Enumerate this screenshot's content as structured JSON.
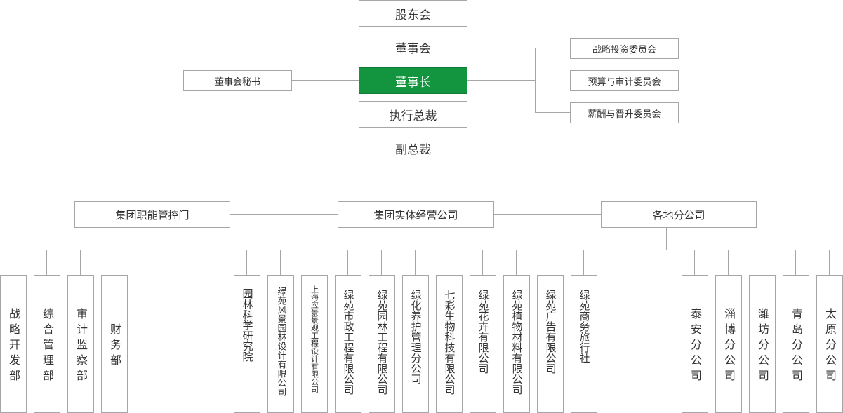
{
  "top": {
    "shareholders": "股东会",
    "board": "董事会",
    "chairman": "董事长",
    "board_secretary": "董事会秘书",
    "ceo": "执行总裁",
    "vp": "副总裁"
  },
  "committees": [
    "战略投资委员会",
    "预算与审计委员会",
    "薪酬与晋升委员会"
  ],
  "groups": {
    "functional": "集团职能管控门",
    "entities": "集团实体经营公司",
    "branches": "各地分公司"
  },
  "functional_departments": [
    "战略开发部",
    "综合管理部",
    "审计监察部",
    "财务部"
  ],
  "entity_companies": [
    "园林科学研究院",
    "绿苑风景园林设计有限公司",
    "上海应景景观工程设计有限公司",
    "绿苑市政工程有限公司",
    "绿苑园林工程有限公司",
    "绿化养护管理分公司",
    "七彩生物科技有限公司",
    "绿苑花卉有限公司",
    "绿苑植物材料有限公司",
    "绿苑广告有限公司",
    "绿苑商务旅行社"
  ],
  "branch_offices": [
    "泰安分公司",
    "淄博分公司",
    "潍坊分公司",
    "青岛分公司",
    "太原分公司"
  ],
  "colors": {
    "chairman_fill": "#13943f",
    "border": "#a6a6a6",
    "text": "#333333"
  }
}
